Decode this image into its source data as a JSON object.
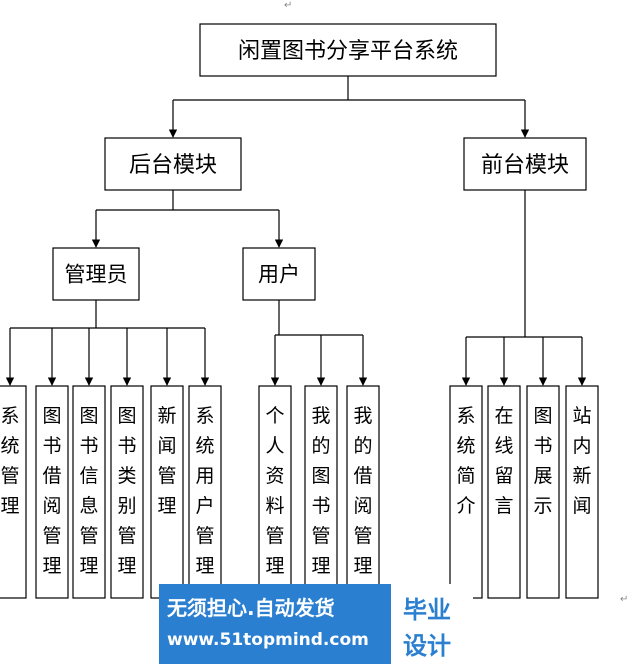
{
  "diagram": {
    "root": {
      "id": "root",
      "label": "闲置图书分享平台系统"
    },
    "modules": [
      {
        "id": "backend",
        "label": "后台模块",
        "parent": "root"
      },
      {
        "id": "frontend",
        "label": "前台模块",
        "parent": "root"
      }
    ],
    "roles": [
      {
        "id": "admin",
        "label": "管理员",
        "parent": "backend"
      },
      {
        "id": "user",
        "label": "用户",
        "parent": "backend"
      }
    ],
    "leaves": [
      {
        "id": "sys-mgmt",
        "label": "系统管理",
        "parent": "admin"
      },
      {
        "id": "borrow-mgmt",
        "label": "图书借阅管理",
        "parent": "admin"
      },
      {
        "id": "bookinfo-mgmt",
        "label": "图书信息管理",
        "parent": "admin"
      },
      {
        "id": "category-mgmt",
        "label": "图书类别管理",
        "parent": "admin"
      },
      {
        "id": "news-mgmt",
        "label": "新闻管理",
        "parent": "admin"
      },
      {
        "id": "sysuser-mgmt",
        "label": "系统用户管理",
        "parent": "admin"
      },
      {
        "id": "profile-mgmt",
        "label": "个人资料管理",
        "parent": "user"
      },
      {
        "id": "mybook-mgmt",
        "label": "我的图书管理",
        "parent": "user"
      },
      {
        "id": "myborrow-mgmt",
        "label": "我的借阅管理",
        "parent": "user"
      },
      {
        "id": "intro",
        "label": "系统简介",
        "parent": "frontend"
      },
      {
        "id": "guestbook",
        "label": "在线留言",
        "parent": "frontend"
      },
      {
        "id": "showcase",
        "label": "图书展示",
        "parent": "frontend"
      },
      {
        "id": "site-news",
        "label": "站内新闻",
        "parent": "frontend"
      }
    ],
    "paragraph_mark": "↵"
  },
  "watermark": {
    "line1": "无须担心.自动发货",
    "line2": "www.51topmind.com",
    "logo_line1": "毕业",
    "logo_line2": "设计",
    "brand_color": "#2a7fd0"
  }
}
